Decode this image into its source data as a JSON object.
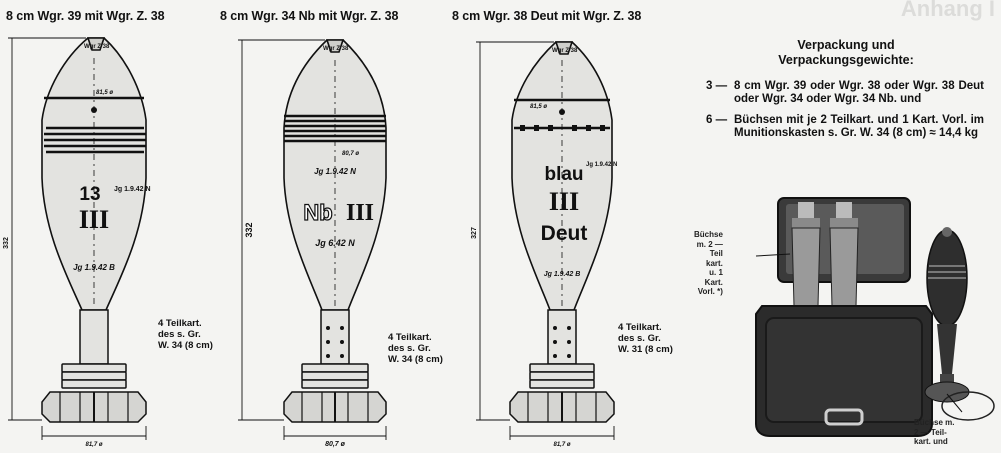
{
  "corner_ghost_text": "Anhang I",
  "drawings": [
    {
      "title": "8 cm Wgr. 39 mit Wgr. Z. 38",
      "fuze_label": "Wgr Z 38",
      "band_label": "81,5 ø",
      "mid_diameter_label": "",
      "body_markings": [
        "13",
        "III"
      ],
      "side_marking": "Jg 1.9.42 N",
      "lower_marking": "Jg 1.9.42 B",
      "extra_marking": "",
      "overall_length": "332",
      "base_diameter": "81,7 ø",
      "callout": "4 Teilkart.\ndes s. Gr.\nW. 34 (8 cm)"
    },
    {
      "title": "8 cm Wgr. 34 Nb  mit Wgr. Z. 38",
      "fuze_label": "Wgr Z 38",
      "band_label": "",
      "mid_diameter_label": "80,7 ø",
      "body_markings": [
        "Nb",
        "III"
      ],
      "side_marking": "Jg 1.9.42 N",
      "lower_marking": "Jg 6.42 N",
      "extra_marking": "",
      "overall_length": "332",
      "base_diameter": "80,7 ø",
      "callout": "4 Teilkart.\ndes s. Gr.\nW. 34 (8 cm)"
    },
    {
      "title": "8 cm Wgr. 38 Deut mit Wgr. Z. 38",
      "fuze_label": "Wgr Z 38",
      "band_label": "81,5 ø",
      "mid_diameter_label": "",
      "body_markings": [
        "blau",
        "III",
        "Deut"
      ],
      "side_marking": "Jg 1.9.42 N",
      "lower_marking": "Jg 1.9.42 B",
      "extra_marking": "",
      "overall_length": "327",
      "base_diameter": "81,7 ø",
      "callout": "4 Teilkart.\ndes s. Gr.\nW. 31 (8 cm)"
    }
  ],
  "packing": {
    "heading": [
      "Verpackung und",
      "Verpackungsgewichte:"
    ],
    "items": [
      {
        "number": "3 —",
        "text": "8 cm Wgr. 39 oder Wgr. 38 oder Wgr. 38 Deut oder Wgr. 34 oder Wgr. 34 Nb. und"
      },
      {
        "number": "6 —",
        "text": "Büchsen mit je 2 Teilkart. und 1 Kart. Vorl. im Munitionskasten s. Gr. W. 34 (8 cm) ≈ 14,4 kg"
      }
    ]
  },
  "photo": {
    "label_left": "Büchse\nm. 2 —\nTeil\nkart.\nu. 1\nKart.\nVorl. *)",
    "label_bottom": "Büchse m.\n2 — Teil-\nkart. und"
  },
  "colors": {
    "ink": "#111111",
    "paper": "#f4f4f2",
    "shell_fill": "#e3e3e0",
    "case_fill": "#2b2b2b"
  }
}
